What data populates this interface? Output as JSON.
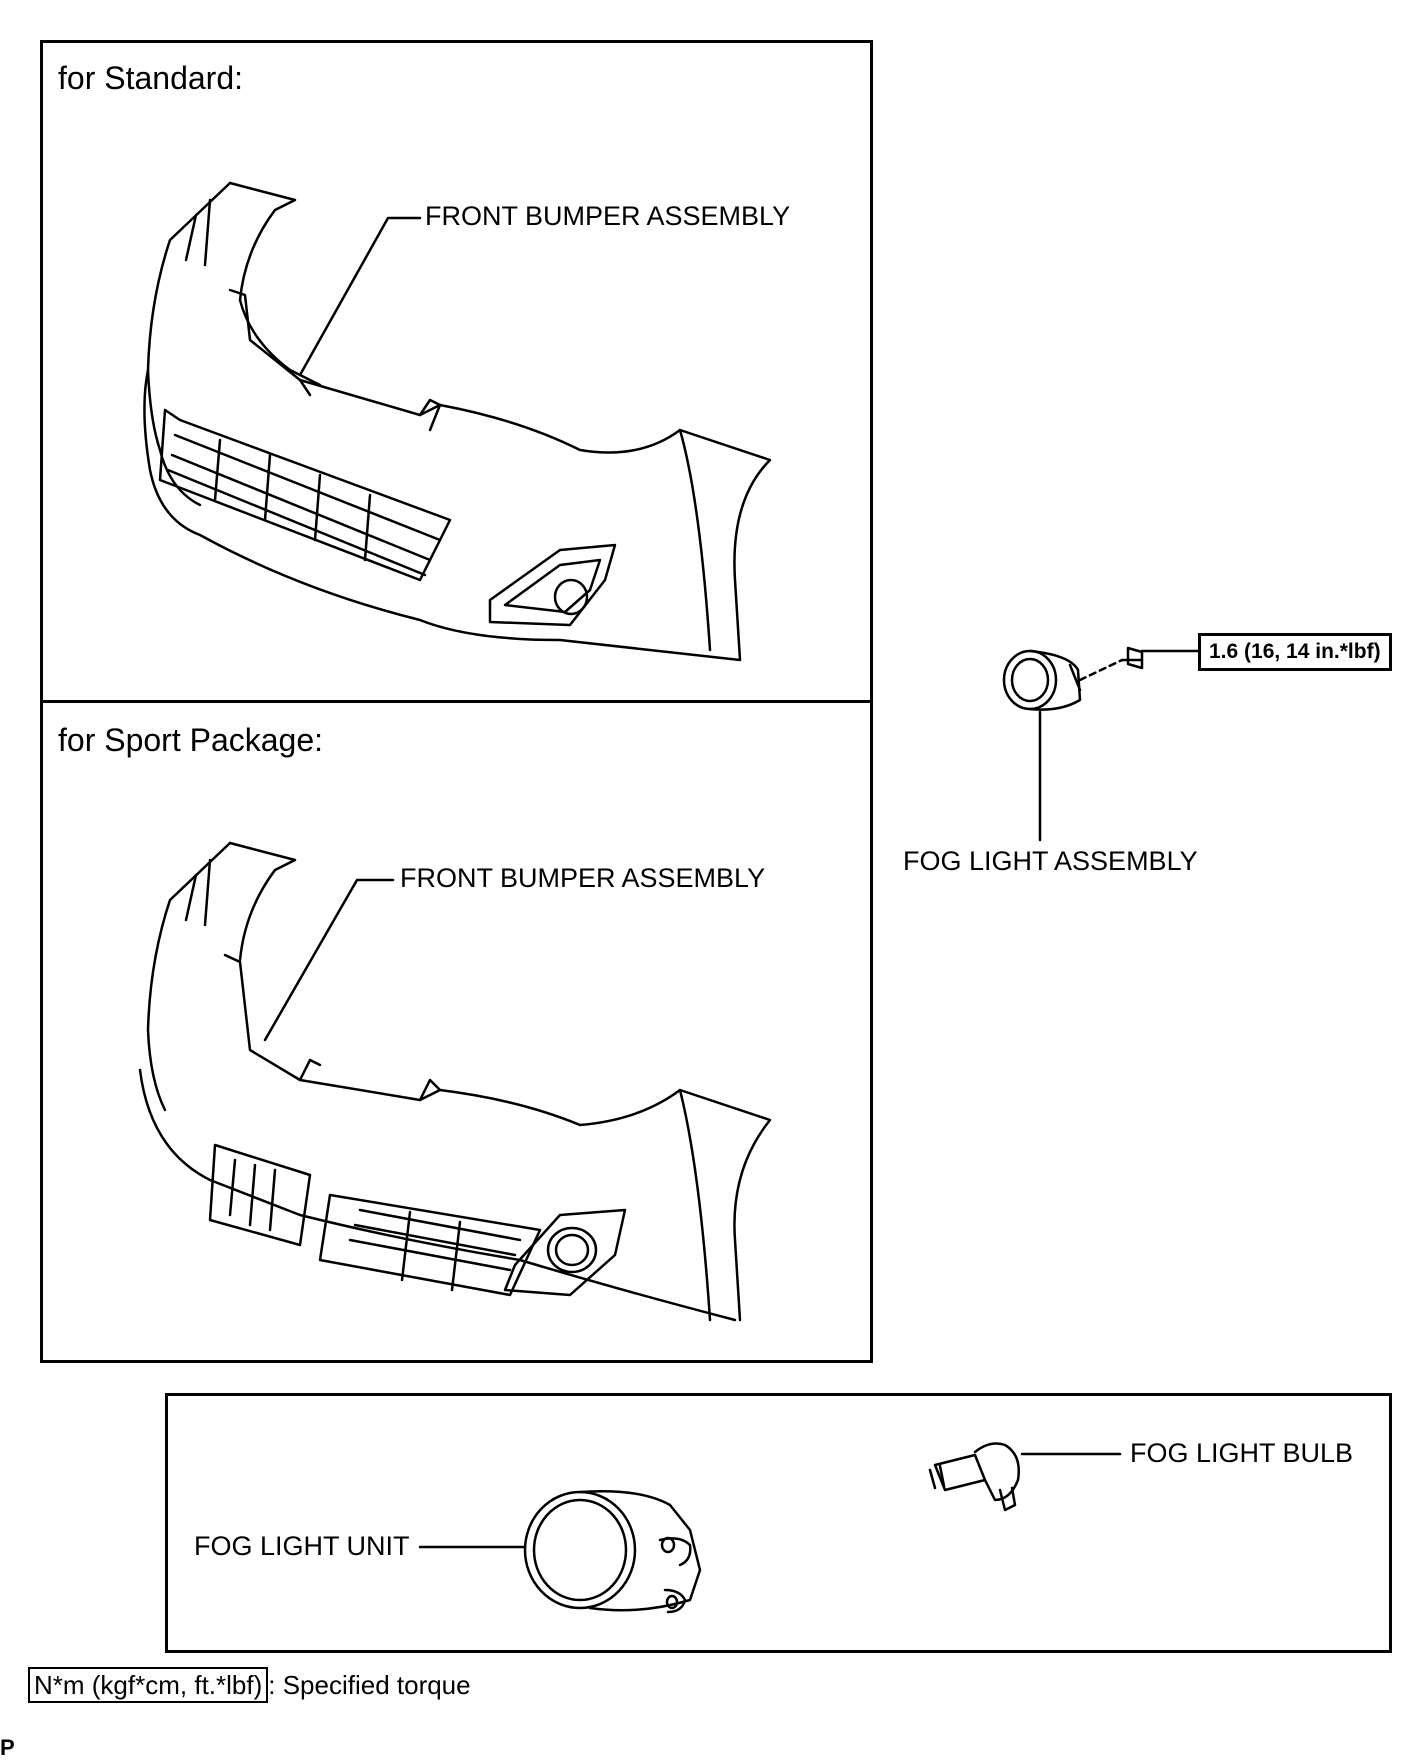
{
  "panels": {
    "standard": {
      "title": "for Standard:",
      "part_label": "FRONT BUMPER ASSEMBLY"
    },
    "sport": {
      "title": "for Sport Package:",
      "part_label": "FRONT BUMPER ASSEMBLY"
    }
  },
  "fog_light": {
    "assembly_label": "FOG LIGHT ASSEMBLY",
    "torque_spec": "1.6 (16, 14 in.*lbf)"
  },
  "components": {
    "unit_label": "FOG LIGHT UNIT",
    "bulb_label": "FOG LIGHT BULB"
  },
  "legend": {
    "unit": "N*m (kgf*cm, ft.*lbf)",
    "text": ": Specified torque"
  },
  "corner_mark": "P"
}
